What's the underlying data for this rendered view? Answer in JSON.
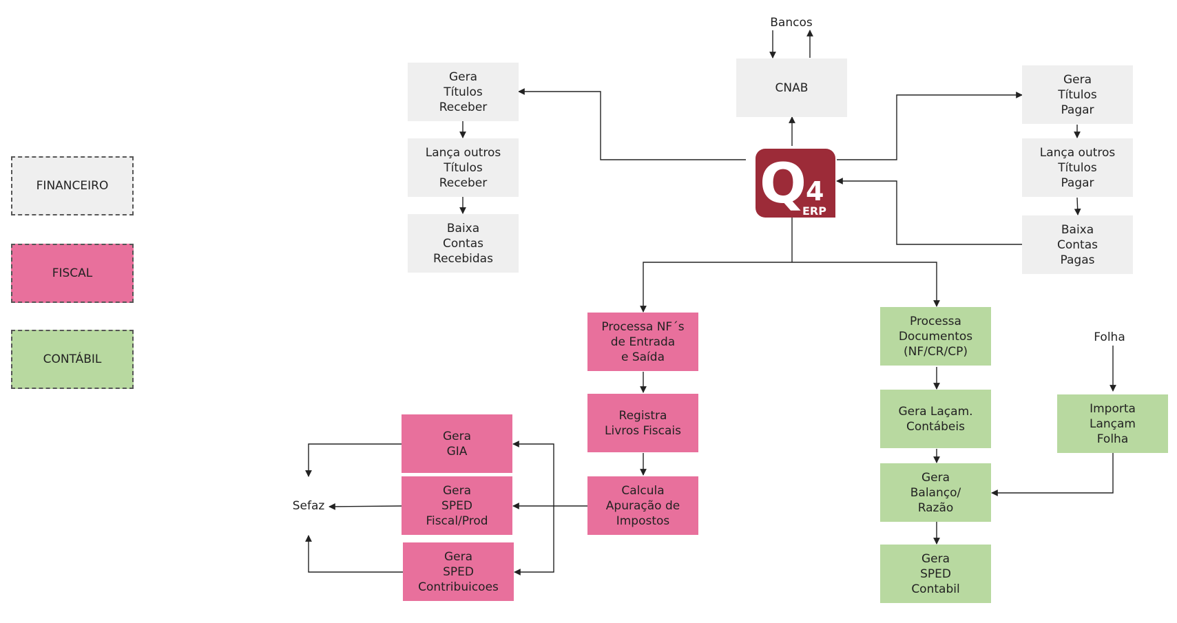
{
  "legend": {
    "financeiro": "FINANCEIRO",
    "fiscal": "FISCAL",
    "contabil": "CONTÁBIL"
  },
  "logo": {
    "letter": "Q",
    "digit": "4",
    "sub": "ERP"
  },
  "labels": {
    "bancos": "Bancos",
    "folha": "Folha",
    "sefaz": "Sefaz"
  },
  "nodes": {
    "cnab": "CNAB",
    "gera_titulos_receber": "Gera\nTítulos\nReceber",
    "lanca_outros_receber": "Lança outros\nTítulos\nReceber",
    "baixa_contas_recebidas": "Baixa\nContas\nRecebidas",
    "gera_titulos_pagar": "Gera\nTítulos\nPagar",
    "lanca_outros_pagar": "Lança outros\nTítulos\nPagar",
    "baixa_contas_pagas": "Baixa\nContas\nPagas",
    "processa_nfs": "Processa NF´s\nde Entrada\ne Saída",
    "registra_livros": "Registra\nLivros Fiscais",
    "calcula_apuracao": "Calcula\nApuração de\nImpostos",
    "gera_gia": "Gera\nGIA",
    "gera_sped_fiscal": "Gera\nSPED\nFiscal/Prod",
    "gera_sped_contrib": "Gera\nSPED\nContribuicoes",
    "processa_documentos": "Processa\nDocumentos\n(NF/CR/CP)",
    "gera_lancam_contabeis": "Gera Laçam.\nContábeis",
    "gera_balanco": "Gera\nBalanço/\nRazão",
    "gera_sped_contabil": "Gera\nSPED\nContabil",
    "importa_folha": "Importa\nLançam\nFolha"
  },
  "colors": {
    "financeiro": "#efefef",
    "fiscal": "#e8709c",
    "contabil": "#b8d9a0",
    "logo": "#9c2b38",
    "line": "#222222"
  }
}
